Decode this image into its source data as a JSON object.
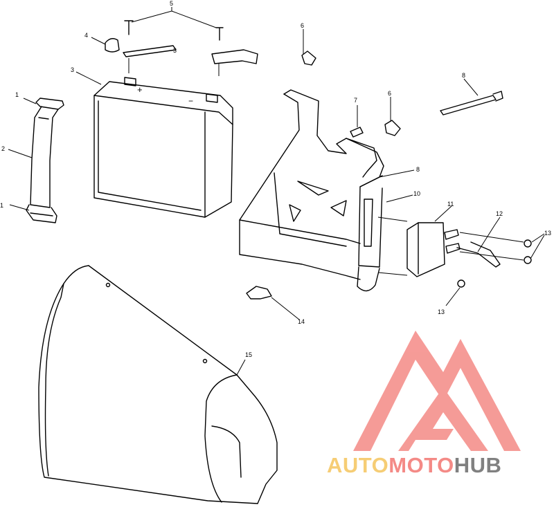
{
  "diagram": {
    "callouts": [
      {
        "id": "c1a",
        "label": "1"
      },
      {
        "id": "c1b",
        "label": "1"
      },
      {
        "id": "c2",
        "label": "2"
      },
      {
        "id": "c3",
        "label": "3"
      },
      {
        "id": "c4",
        "label": "4"
      },
      {
        "id": "c5",
        "label": "5"
      },
      {
        "id": "c6a",
        "label": "6"
      },
      {
        "id": "c6b",
        "label": "6"
      },
      {
        "id": "c7",
        "label": "7"
      },
      {
        "id": "c8a",
        "label": "8"
      },
      {
        "id": "c8b",
        "label": "8"
      },
      {
        "id": "c10",
        "label": "10"
      },
      {
        "id": "c11",
        "label": "11"
      },
      {
        "id": "c12",
        "label": "12"
      },
      {
        "id": "c13a",
        "label": "13"
      },
      {
        "id": "c13b",
        "label": "13"
      },
      {
        "id": "c14",
        "label": "14"
      },
      {
        "id": "c15",
        "label": "15"
      }
    ],
    "battery_marks": {
      "plus": "+",
      "minus": "−",
      "cable_number": "3"
    }
  },
  "watermark": {
    "part1": "AUTO",
    "part2": "MOTO",
    "part3": "HUB",
    "colors": {
      "auto": "#f6cd75",
      "moto": "#f48a86",
      "hub": "#808080",
      "logo": "#f48a86"
    }
  }
}
